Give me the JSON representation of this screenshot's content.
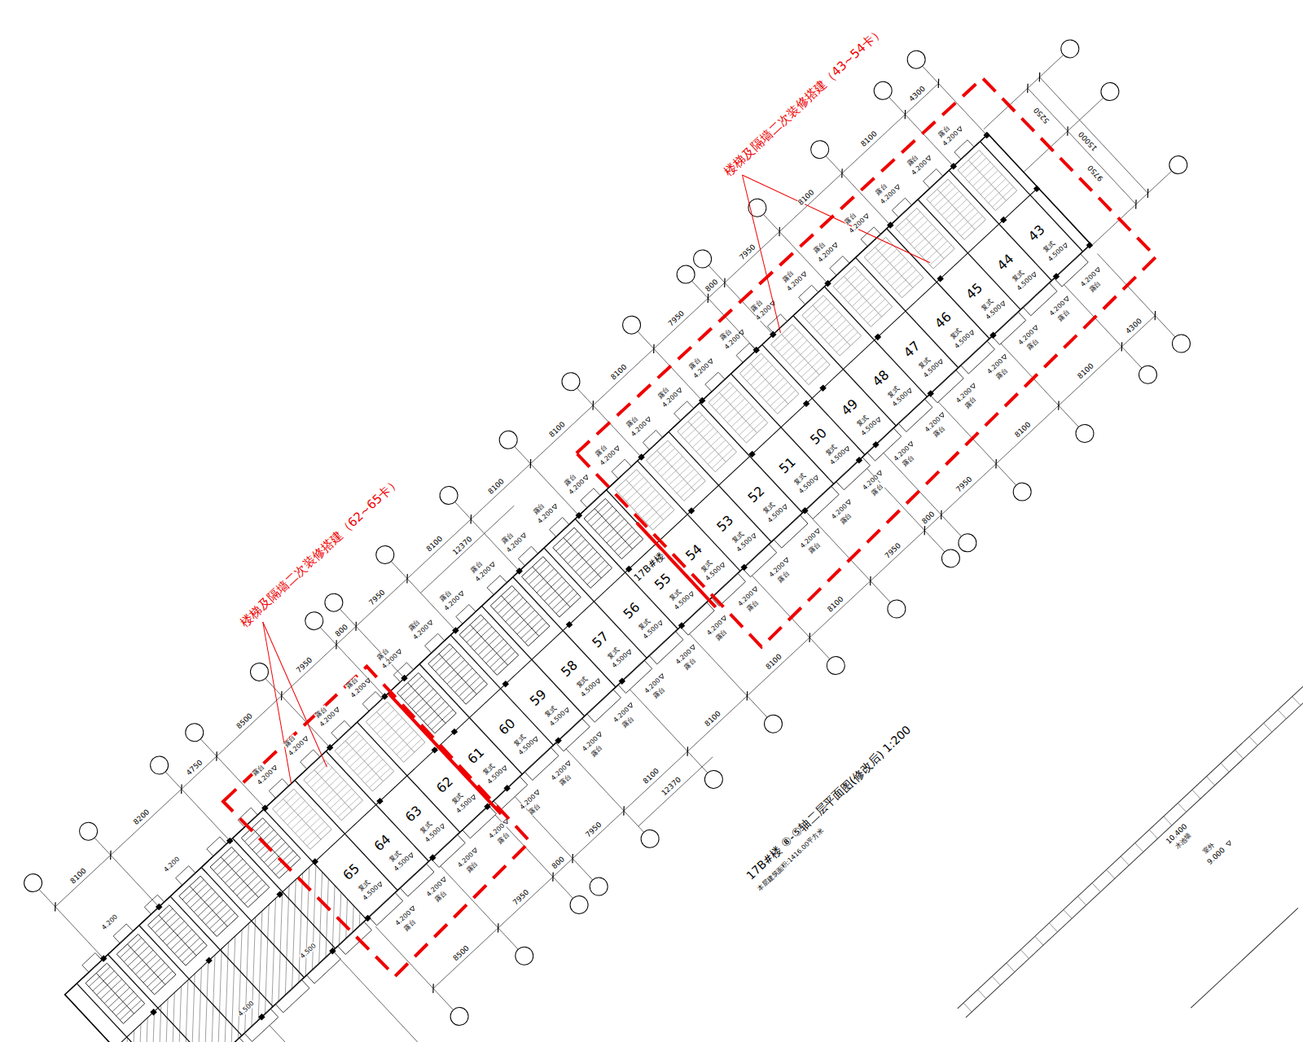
{
  "diagram": {
    "title": "17B#楼 ⑧-⑤轴二层平面图(修改后) 1:200",
    "caption": "本层建筑面积:1416.00平方米",
    "labels": [
      "43",
      "复式",
      "4.500",
      "4.200",
      "露台",
      "4.200",
      "露台",
      "44",
      "复式",
      "4.500",
      "4.200",
      "露台",
      "4.200",
      "露台",
      "45",
      "复式",
      "4.500",
      "4.200",
      "露台",
      "4.200",
      "露台",
      "46",
      "复式",
      "4.500",
      "4.200",
      "露台",
      "4.200",
      "露台",
      "47",
      "复式",
      "4.500",
      "4.200",
      "露台",
      "4.200",
      "露台",
      "48",
      "复式",
      "4.500",
      "4.200",
      "露台",
      "4.200",
      "露台",
      "49",
      "复式",
      "4.500",
      "4.200",
      "露台",
      "4.200",
      "露台",
      "50",
      "复式",
      "4.500",
      "4.200",
      "露台",
      "4.200",
      "露台",
      "51",
      "复式",
      "4.500",
      "4.200",
      "露台",
      "4.200",
      "露台",
      "52",
      "复式",
      "4.500",
      "4.200",
      "露台",
      "4.200",
      "露台",
      "53",
      "复式",
      "4.500",
      "4.200",
      "露台",
      "4.200",
      "露台",
      "54",
      "复式",
      "4.500",
      "4.200",
      "露台",
      "4.200",
      "露台",
      "55",
      "复式",
      "4.500",
      "4.200",
      "露台",
      "4.200",
      "露台",
      "56",
      "复式",
      "4.500",
      "4.200",
      "露台",
      "4.200",
      "露台",
      "57",
      "复式",
      "4.500",
      "4.200",
      "露台",
      "4.200",
      "露台",
      "58",
      "复式",
      "4.500",
      "4.200",
      "露台",
      "4.200",
      "露台",
      "59",
      "复式",
      "4.500",
      "4.200",
      "露台",
      "4.200",
      "露台",
      "60",
      "复式",
      "4.500",
      "4.200",
      "露台",
      "4.200",
      "露台",
      "61",
      "复式",
      "4.500",
      "4.200",
      "露台",
      "4.200",
      "露台",
      "62",
      "复式",
      "4.500",
      "4.200",
      "露台",
      "4.200",
      "露台",
      "63",
      "复式",
      "4.500",
      "4.200",
      "露台",
      "4.200",
      "露台",
      "64",
      "复式",
      "4.500",
      "4.200",
      "露台",
      "4.200",
      "露台",
      "65",
      "复式",
      "4.500",
      "4.200",
      "露台",
      "4.200",
      "露台",
      "17B#楼",
      "4.200",
      "4.200",
      "4.500",
      "4.500",
      "8100",
      "8200",
      "4750",
      "8500",
      "7950",
      "800",
      "7950",
      "8100",
      "8100",
      "8100",
      "8100",
      "7950",
      "800",
      "7950",
      "8100",
      "8100",
      "4300",
      "12370",
      "8500",
      "7950",
      "800",
      "7950",
      "8100",
      "8100",
      "8100",
      "8100",
      "7950",
      "800",
      "7950",
      "8100",
      "8100",
      "4300",
      "12370",
      "5250",
      "15000",
      "9750",
      "楼梯及隔墙二次装修搭建（43~54卡）",
      "楼梯及隔墙二次装修搭建（62~65卡）",
      "10.400",
      "水池墙",
      "室外",
      "9.000"
    ]
  }
}
